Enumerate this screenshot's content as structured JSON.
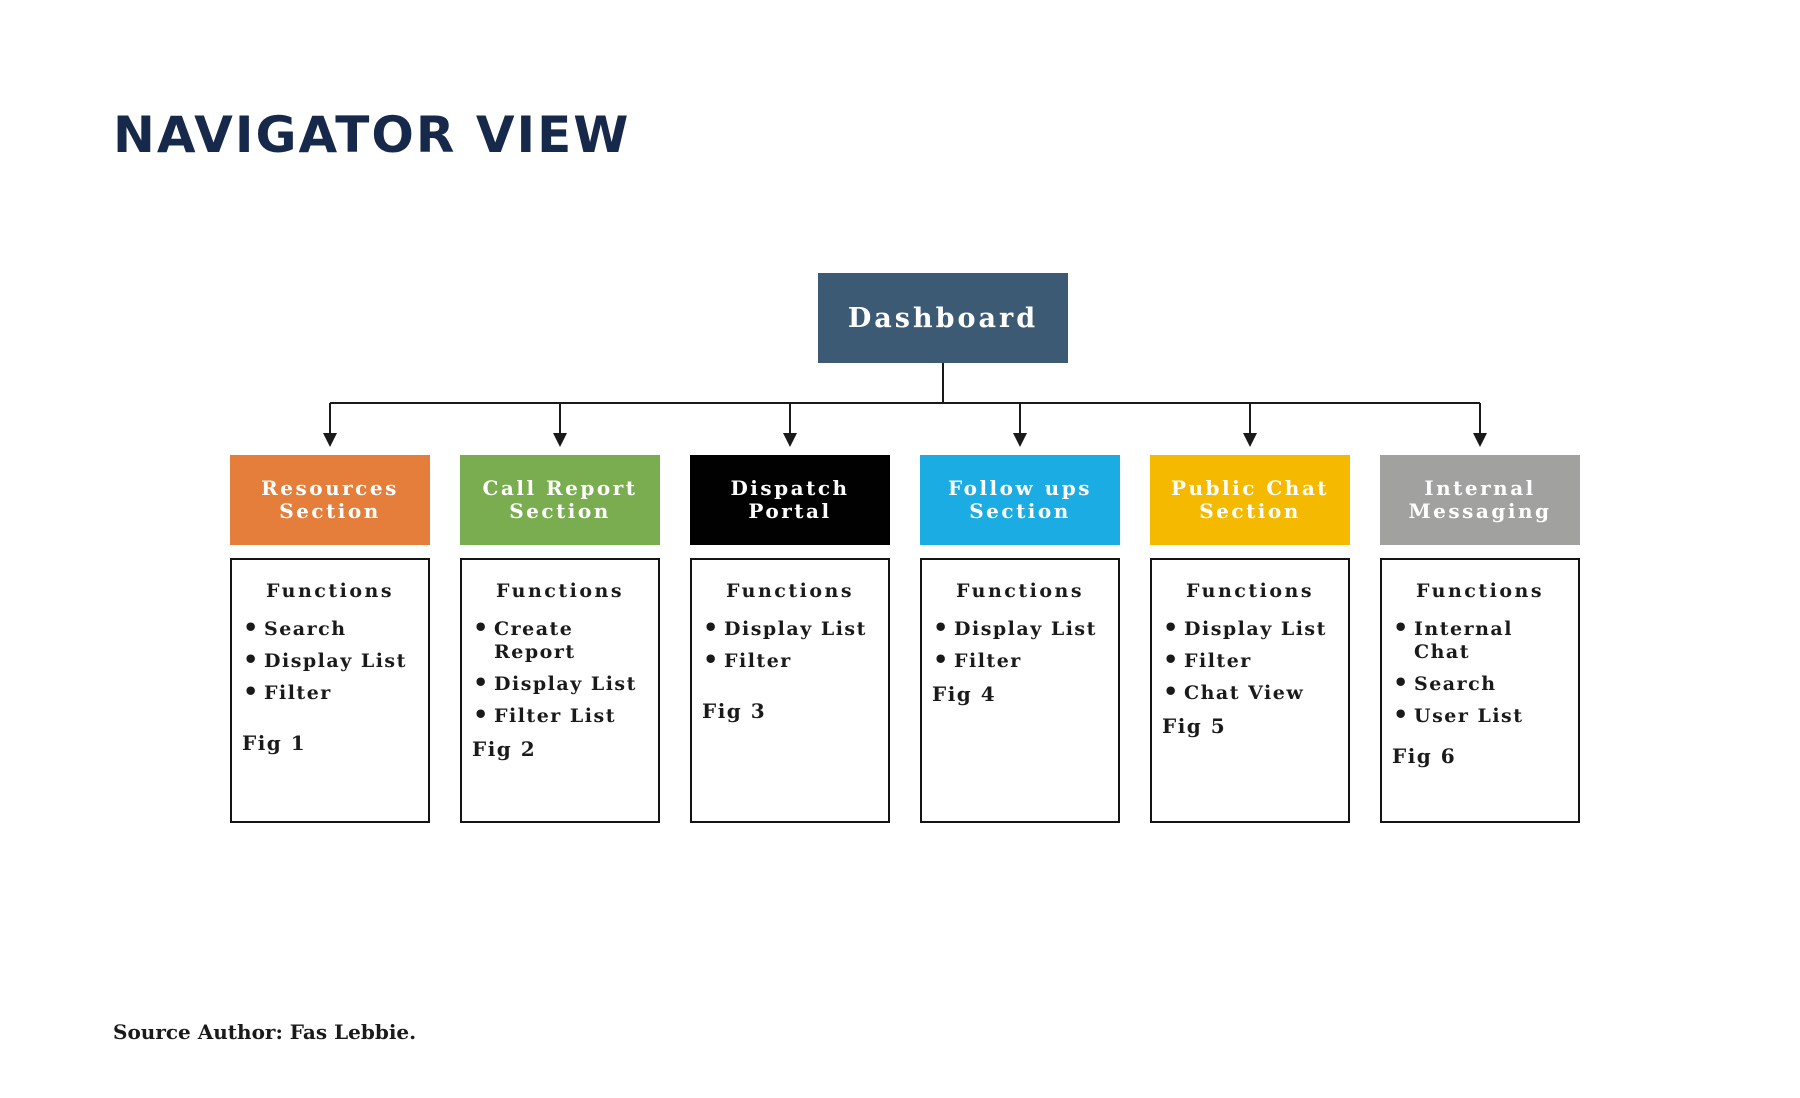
{
  "page": {
    "title": "NAVIGATOR VIEW",
    "source_credit": "Source Author: Fas Lebbie."
  },
  "labels": {
    "functions": "Functions"
  },
  "colors": {
    "title_navy": "#17294B",
    "dashboard_blue": "#3C5A74",
    "line_black": "#1A1A1A",
    "resources_orange": "#E57E3B",
    "call_report_green": "#7AAD50",
    "dispatch_black": "#010101",
    "follow_ups_blue": "#1AACE3",
    "public_chat_yellow": "#F5BA00",
    "internal_messaging_gray": "#A1A19F"
  },
  "root": {
    "label": "Dashboard",
    "color": "#3C5A74"
  },
  "sections": [
    {
      "id": "resources-section",
      "title_lines": [
        "Resources",
        "Section"
      ],
      "color": "#E57E3B",
      "functions": [
        "Search",
        "Display List",
        "Filter"
      ],
      "fig": "Fig 1"
    },
    {
      "id": "call-report-section",
      "title_lines": [
        "Call Report",
        "Section"
      ],
      "color": "#7AAD50",
      "functions": [
        "Create\nReport",
        "Display List",
        "Filter List"
      ],
      "fig": "Fig 2"
    },
    {
      "id": "dispatch-portal",
      "title_lines": [
        "Dispatch",
        "Portal"
      ],
      "color": "#010101",
      "functions": [
        "Display List",
        "Filter"
      ],
      "fig": "Fig 3"
    },
    {
      "id": "follow-ups-section",
      "title_lines": [
        "Follow ups",
        "Section"
      ],
      "color": "#1AACE3",
      "functions": [
        "Display List",
        "Filter"
      ],
      "fig": "Fig 4"
    },
    {
      "id": "public-chat-section",
      "title_lines": [
        "Public Chat",
        "Section"
      ],
      "color": "#F5BA00",
      "functions": [
        "Display List",
        "Filter",
        "Chat View"
      ],
      "fig": "Fig 5"
    },
    {
      "id": "internal-messaging",
      "title_lines": [
        "Internal",
        "Messaging"
      ],
      "color": "#A1A19F",
      "functions": [
        "Internal\nChat",
        "Search",
        "User List"
      ],
      "fig": "Fig 6"
    }
  ]
}
